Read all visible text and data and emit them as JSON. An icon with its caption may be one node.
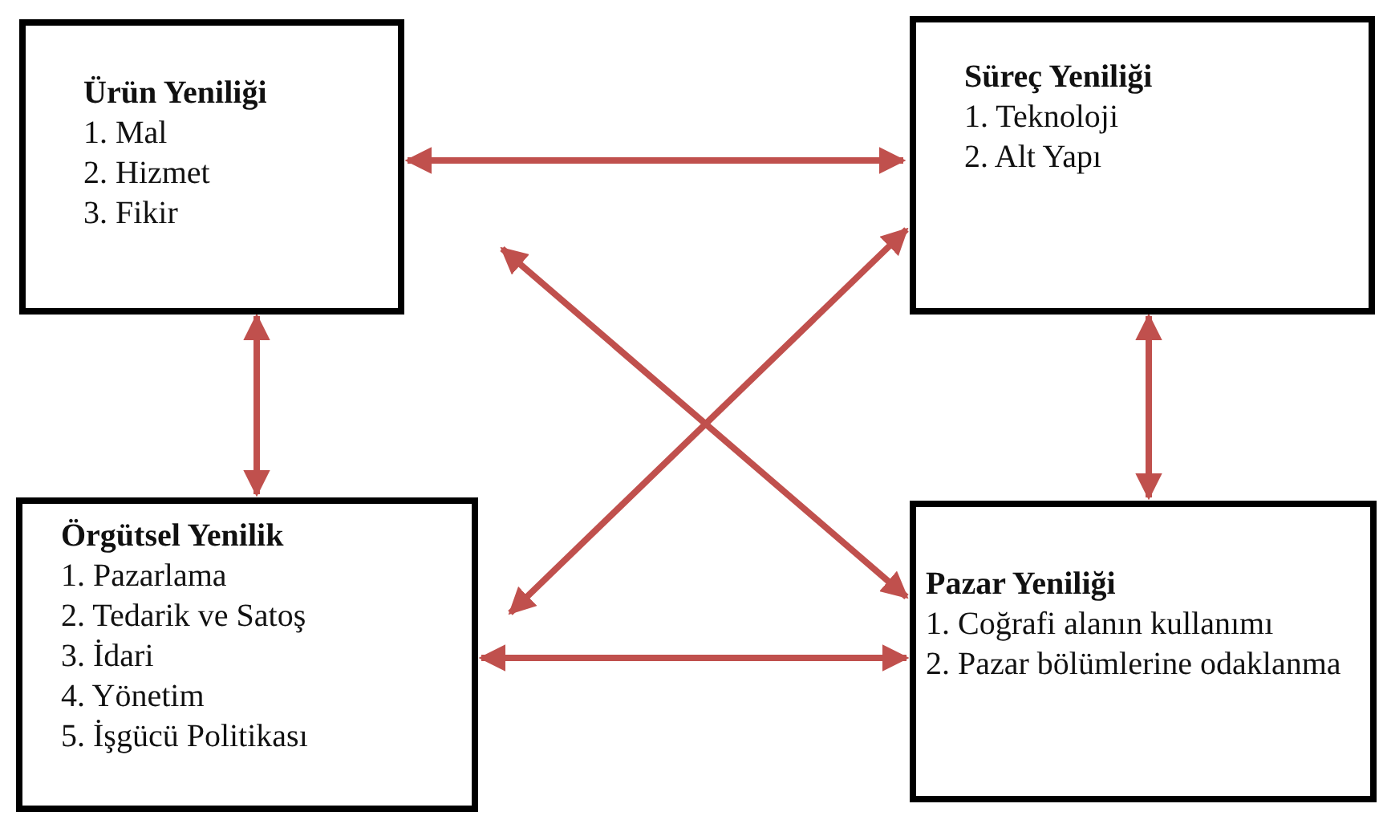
{
  "diagram": {
    "nodes": [
      {
        "text": [
          "Ürün Yeniliği",
          "1. Mal",
          "2. Hizmet",
          "3. Fikir"
        ]
      },
      {
        "text": [
          "Süreç Yeniliği",
          "1. Teknoloji",
          "2. Alt Yapı"
        ]
      },
      {
        "text": [
          "Örgütsel Yenilik",
          "1. Pazarlama",
          "2. Tedarik ve Satoş",
          "3. İdari",
          "4. Yönetim",
          "5. İşgücü Politikası"
        ]
      },
      {
        "text": [
          "Pazar Yeniliği",
          "1. Coğrafi alanın kullanımı",
          "2. Pazar bölümlerine odaklanma"
        ]
      }
    ],
    "edges": [
      {
        "from": 0,
        "to": 1,
        "arrow": "both"
      },
      {
        "from": 0,
        "to": 2,
        "arrow": "both"
      },
      {
        "from": 1,
        "to": 3,
        "arrow": "both"
      },
      {
        "from": 2,
        "to": 3,
        "arrow": "both"
      },
      {
        "from": 0,
        "to": 3,
        "arrow": "both"
      },
      {
        "from": 1,
        "to": 2,
        "arrow": "both"
      }
    ]
  }
}
